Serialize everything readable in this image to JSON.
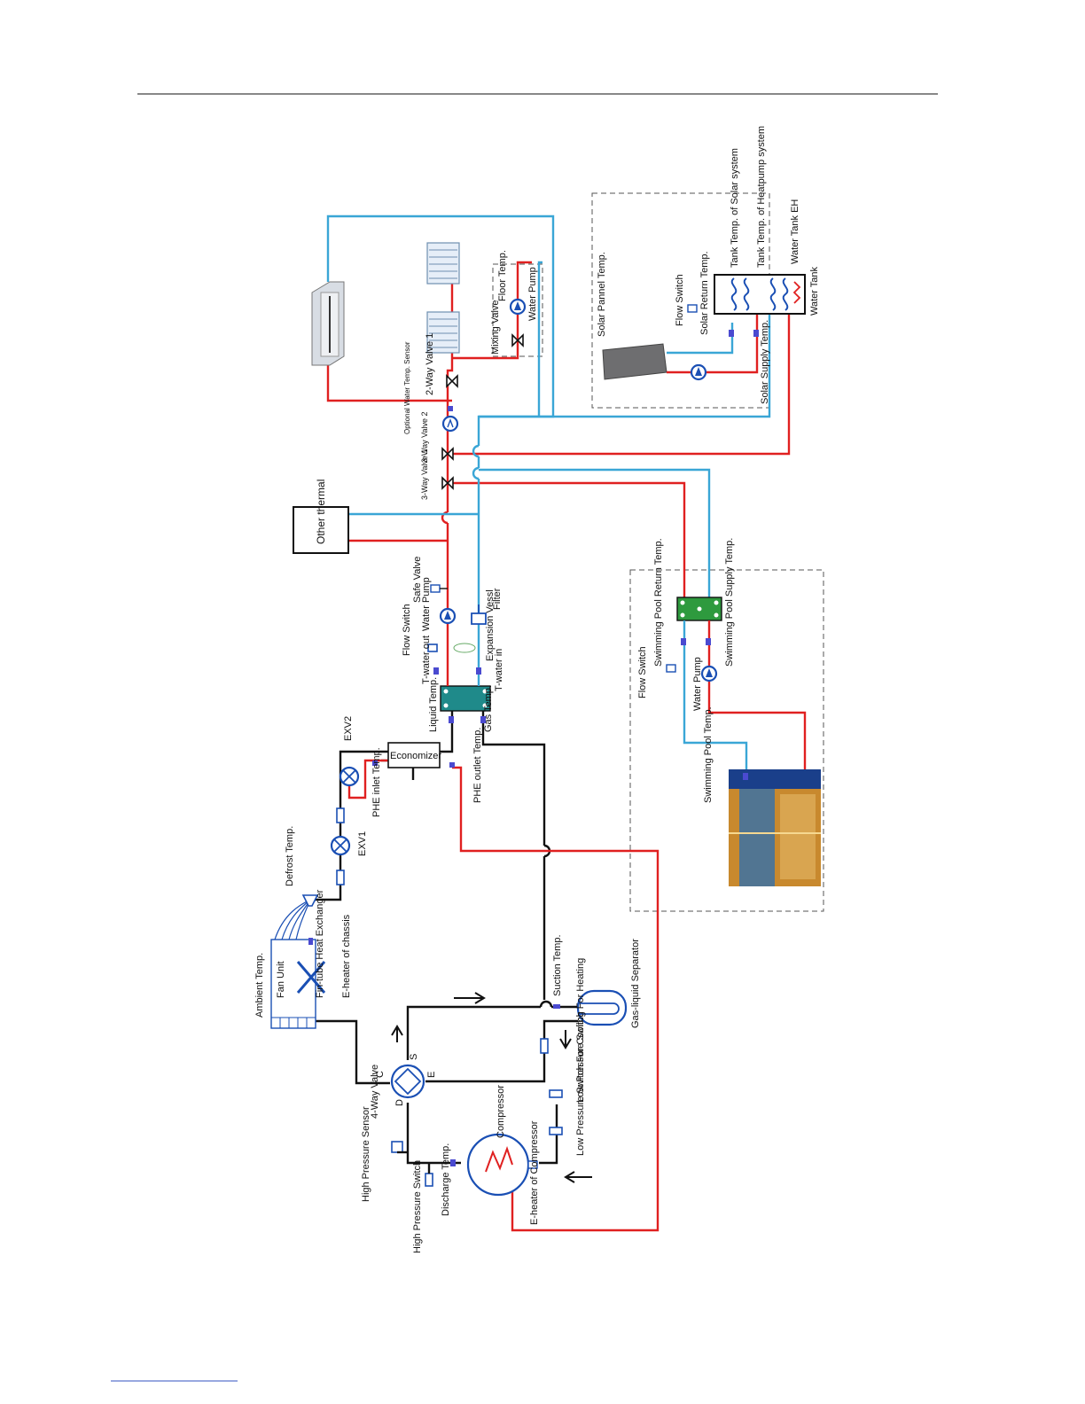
{
  "labels": {
    "ambient_temp": "Ambient Temp.",
    "fan_unit": "Fan Unit",
    "fin_tube": "Fin-tube Heat Exchanger",
    "e_heater_chassis": "E-heater of chassis",
    "defrost_temp": "Defrost Temp.",
    "exv1": "EXV1",
    "exv2": "EXV2",
    "phe_inlet_temp": "PHE inlet Temp.",
    "economizer": "Economizer",
    "phe_outlet_temp": "PHE outlet Temp.",
    "liquid_temp": "Liquid Temp.",
    "gas_temp": "Gas Temp.",
    "t_water_out": "T-water out",
    "t_water_in": "T-water in",
    "flow_switch": "Flow Switch",
    "expansion_vessel": "Expansion Vessl",
    "water_pump": "Water Pump",
    "filter": "Filter",
    "safe_valve": "Safe Valve",
    "other_thermal": "Other thermal",
    "three_way_valve_1": "3-Way Valve 1",
    "three_way_valve_2": "3-Way Valve 2",
    "optional_water_temp": "Optional Water Temp. Sensor",
    "two_way_valve_1": "2-Way Valve 1",
    "mixing_valve": "Mixing Valve",
    "floor_temp": "Floor Temp.",
    "floor_water_pump": "Water Pump",
    "solar_pannel_temp": "Solar Pannel Temp.",
    "solar_flow_switch": "Flow Switch",
    "solar_return_temp": "Solar Return Temp.",
    "solar_supply_temp": "Solar Supply Temp.",
    "tank_temp_solar": "Tank Temp. of Solar system",
    "tank_temp_heatpump": "Tank Temp. of Heatpump system",
    "water_tank_eh": "Water Tank EH",
    "water_tank": "Water Tank",
    "pool_return_temp": "Swimming Pool Return Temp.",
    "pool_supply_temp": "Swimming Pool Supply Temp.",
    "pool_flow_switch": "Flow Switch",
    "pool_water_pump": "Water Pump",
    "pool_temp": "Swimming Pool Temp.",
    "suction_temp": "Suction Temp.",
    "gas_liquid_separator": "Gas-liquid Separator",
    "low_pressure_heating": "Low Pressure Switch For Heating",
    "low_pressure_cooling": "Low Pressure Switch For Cooling",
    "compressor": "Compressor",
    "e_heater_compressor": "E-heater of Compressor",
    "discharge_temp": "Discharge Temp.",
    "high_pressure_switch": "High Pressure Switch",
    "high_pressure_sensor": "High Pressure Sensor",
    "four_way_valve": "4-Way Valve",
    "port_c": "C",
    "port_s": "S",
    "port_d": "D",
    "port_e": "E"
  },
  "colors": {
    "hot_water": "#e02020",
    "cold_water": "#3aa6d6",
    "refrigerant": "#111111",
    "component": "#1a4fb4",
    "sensor": "#4a4ad0",
    "phe": "#1f8a8a",
    "pool_phe": "#2e9a3e"
  }
}
